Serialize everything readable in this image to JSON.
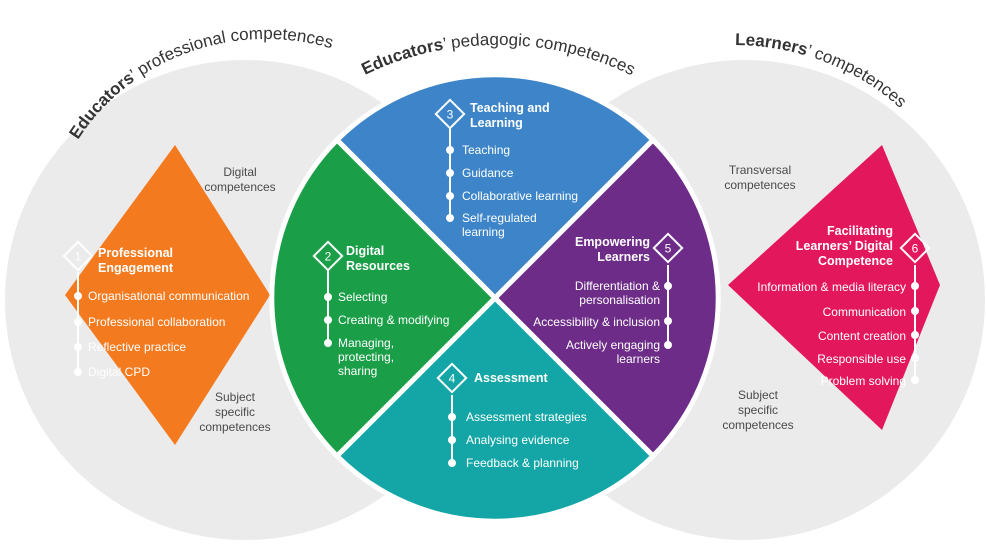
{
  "arc_titles": {
    "professional": {
      "bold": "Educators",
      "rest": "’ professional competences"
    },
    "pedagogic": {
      "bold": "Educators",
      "rest": "’ pedagogic competences"
    },
    "learners": {
      "bold": "Learners",
      "rest": "’ competences"
    }
  },
  "outer_labels": {
    "digital": [
      "Digital",
      "competences"
    ],
    "subject_left": [
      "Subject",
      "specific",
      "competences"
    ],
    "transversal": [
      "Transversal",
      "competences"
    ],
    "subject_right": [
      "Subject",
      "specific",
      "competences"
    ]
  },
  "areas": [
    {
      "number": "1",
      "title": [
        "Professional",
        "Engagement"
      ],
      "color": "#f47a1f",
      "items": [
        "Organisational communication",
        "Professional collaboration",
        "Reflective practice",
        "Digital CPD"
      ]
    },
    {
      "number": "2",
      "title": [
        "Digital",
        "Resources"
      ],
      "color": "#1b9e48",
      "items": [
        "Selecting",
        "Creating & modifying",
        "Managing, protecting, sharing"
      ]
    },
    {
      "number": "3",
      "title": [
        "Teaching and",
        "Learning"
      ],
      "color": "#3d85c8",
      "items": [
        "Teaching",
        "Guidance",
        "Collaborative learning",
        "Self-regulated learning"
      ]
    },
    {
      "number": "4",
      "title": [
        "Assessment"
      ],
      "color": "#14a6a6",
      "items": [
        "Assessment strategies",
        "Analysing evidence",
        "Feedback & planning"
      ]
    },
    {
      "number": "5",
      "title": [
        "Empowering",
        "Learners"
      ],
      "color": "#6d2c87",
      "items": [
        "Differentiation & personalisation",
        "Accessibility & inclusion",
        "Actively engaging learners"
      ]
    },
    {
      "number": "6",
      "title": [
        "Facilitating",
        "Learners’ Digital",
        "Competence"
      ],
      "color": "#e3185c",
      "items": [
        "Information & media literacy",
        "Communication",
        "Content creation",
        "Responsible use",
        "Problem solving"
      ]
    }
  ]
}
